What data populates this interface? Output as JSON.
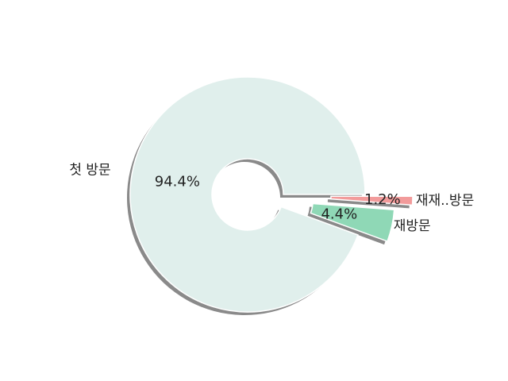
{
  "chart_data": {
    "type": "pie",
    "variant": "donut",
    "categories": [
      "첫 방문",
      "재방문",
      "재재..방문"
    ],
    "values": [
      94.4,
      4.4,
      1.2
    ],
    "value_labels": [
      "94.4%",
      "4.4%",
      "1.2%"
    ],
    "exploded": true,
    "shadow": true,
    "legend": "none",
    "colors": [
      "#e0efec",
      "#8fd8b6",
      "#f29b9b"
    ]
  }
}
